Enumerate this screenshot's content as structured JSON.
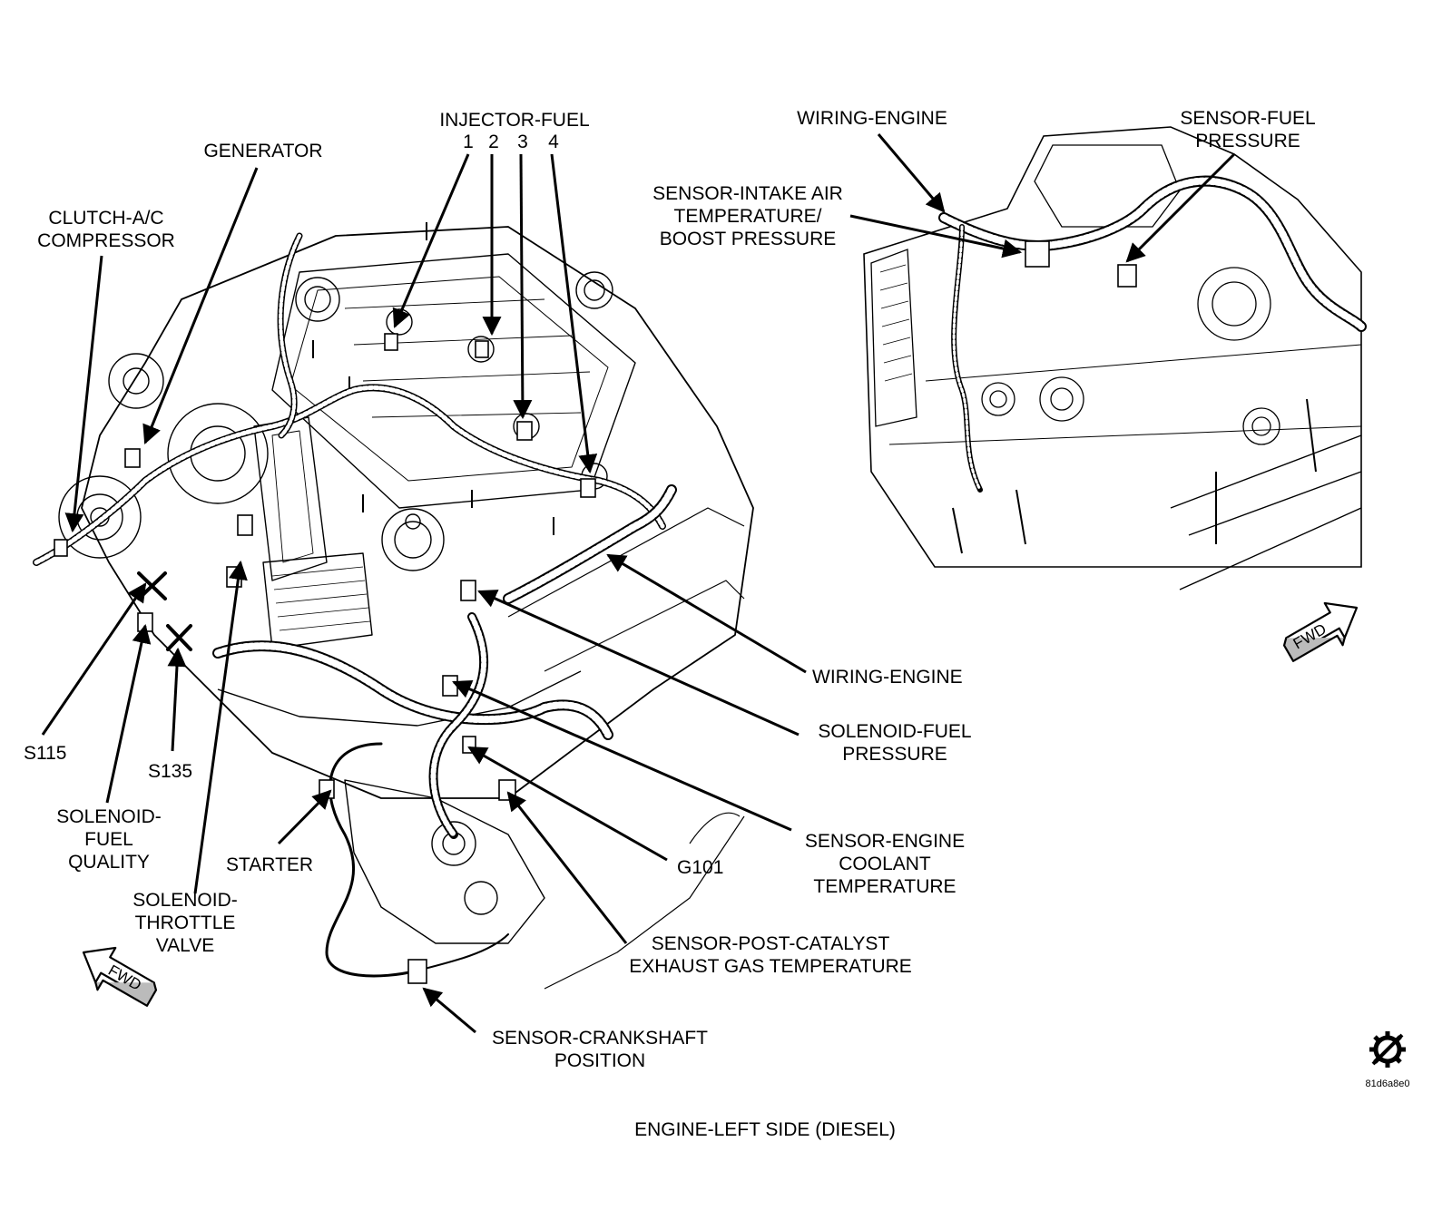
{
  "figure": {
    "caption": "ENGINE-LEFT SIDE (DIESEL)",
    "ref_code": "81d6a8e0",
    "fwd_text": "FWD"
  },
  "labels": {
    "injector_fuel": {
      "title": "INJECTOR-FUEL",
      "numbers": [
        "1",
        "2",
        "3",
        "4"
      ]
    },
    "generator": "GENERATOR",
    "clutch_ac": [
      "CLUTCH-A/C",
      "COMPRESSOR"
    ],
    "wiring_engine_detail": "WIRING-ENGINE",
    "sensor_fuel_pressure": [
      "SENSOR-FUEL",
      "PRESSURE"
    ],
    "sensor_intake_air": [
      "SENSOR-INTAKE AIR",
      "TEMPERATURE/",
      "BOOST PRESSURE"
    ],
    "wiring_engine_main": "WIRING-ENGINE",
    "solenoid_fuel_pressure": [
      "SOLENOID-FUEL",
      "PRESSURE"
    ],
    "s115": "S115",
    "s135": "S135",
    "solenoid_fuel_quality": [
      "SOLENOID-",
      "FUEL",
      "QUALITY"
    ],
    "starter": "STARTER",
    "solenoid_throttle": [
      "SOLENOID-",
      "THROTTLE",
      "VALVE"
    ],
    "sensor_engine_coolant": [
      "SENSOR-ENGINE",
      "COOLANT",
      "TEMPERATURE"
    ],
    "g101": "G101",
    "sensor_post_catalyst": [
      "SENSOR-POST-CATALYST",
      "EXHAUST GAS TEMPERATURE"
    ],
    "sensor_crankshaft": [
      "SENSOR-CRANKSHAFT",
      "POSITION"
    ]
  }
}
